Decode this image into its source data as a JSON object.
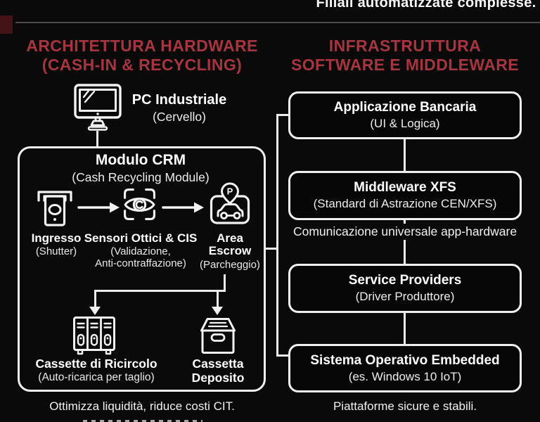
{
  "page": {
    "top_caption": "Filiali automatizzate complesse.",
    "colors": {
      "background": "#0a0a0a",
      "accent_red": "#a73540",
      "notch_red": "#431318",
      "divider_gray": "#4d4d4d",
      "stroke_white": "#f0f0f0"
    }
  },
  "left": {
    "heading_line1": "ARCHITETTURA HARDWARE",
    "heading_line2": "(CASH-IN & RECYCLING)",
    "pc": {
      "icon": "monitor-icon",
      "title": "PC Industriale",
      "subtitle": "(Cervello)"
    },
    "crm": {
      "title": "Modulo CRM",
      "subtitle": "(Cash Recycling Module)",
      "flow": [
        {
          "icon": "cash-slot-icon",
          "title": "Ingresso",
          "sub1": "(Shutter)"
        },
        {
          "icon": "scan-eye-icon",
          "title": "Sensori Ottici & CIS",
          "sub1": "(Validazione,",
          "sub2": "Anti-contraffazione)"
        },
        {
          "icon": "car-parking-pin-icon",
          "pin_letter": "P",
          "title1": "Area",
          "title2": "Escrow",
          "sub1": "(Parcheggio)"
        }
      ],
      "outputs": [
        {
          "icon": "recycling-cassettes-icon",
          "title": "Cassette di Ricircolo",
          "sub": "(Auto-ricarica per taglio)"
        },
        {
          "icon": "deposit-box-icon",
          "title1": "Cassetta",
          "title2": "Deposito"
        }
      ]
    },
    "caption": "Ottimizza liquidità, riduce costi CIT."
  },
  "right": {
    "heading_line1": "INFRASTRUTTURA",
    "heading_line2": "SOFTWARE E MIDDLEWARE",
    "boxes": [
      {
        "title": "Applicazione Bancaria",
        "subtitle": "(UI & Logica)"
      },
      {
        "title": "Middleware XFS",
        "subtitle": "(Standard di Astrazione CEN/XFS)"
      },
      {
        "title": "Service Providers",
        "subtitle": "(Driver Produttore)"
      },
      {
        "title": "Sistema Operativo Embedded",
        "subtitle": "(es. Windows 10 IoT)"
      }
    ],
    "note": "Comunicazione universale app-hardware",
    "caption": "Piattaforme sicure e stabili."
  }
}
